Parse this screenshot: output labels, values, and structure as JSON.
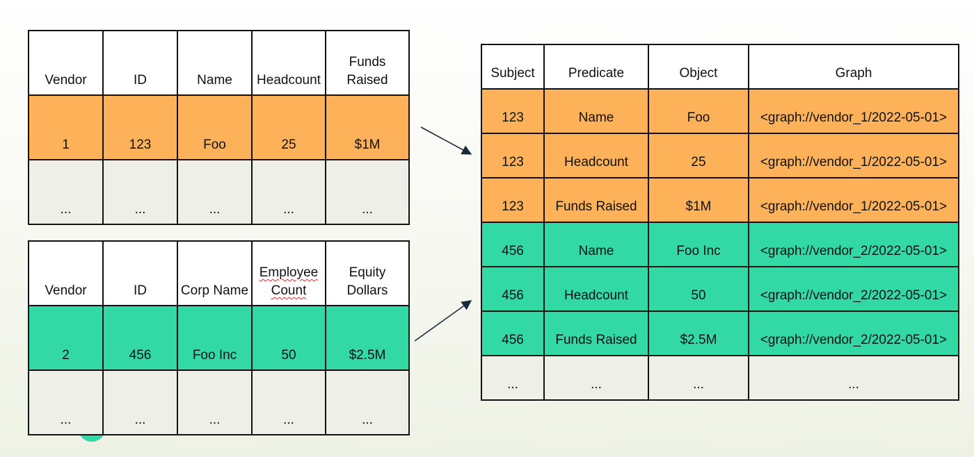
{
  "vendor1_table": {
    "headers": [
      "Vendor",
      "ID",
      "Name",
      "Headcount",
      "Funds Raised"
    ],
    "row": [
      "1",
      "123",
      "Foo",
      "25",
      "$1M"
    ],
    "ellipsis_row": [
      "...",
      "...",
      "...",
      "...",
      "..."
    ]
  },
  "vendor2_table": {
    "headers": [
      "Vendor",
      "ID",
      "Corp Name",
      "Employee Count",
      "Equity Dollars"
    ],
    "row": [
      "2",
      "456",
      "Foo Inc",
      "50",
      "$2.5M"
    ],
    "ellipsis_row": [
      "...",
      "...",
      "...",
      "...",
      "..."
    ]
  },
  "triples_table": {
    "headers": [
      "Subject",
      "Predicate",
      "Object",
      "Graph"
    ],
    "rows": [
      [
        "123",
        "Name",
        "Foo",
        "<graph://vendor_1/2022-05-01>"
      ],
      [
        "123",
        "Headcount",
        "25",
        "<graph://vendor_1/2022-05-01>"
      ],
      [
        "123",
        "Funds Raised",
        "$1M",
        "<graph://vendor_1/2022-05-01>"
      ],
      [
        "456",
        "Name",
        "Foo Inc",
        "<graph://vendor_2/2022-05-01>"
      ],
      [
        "456",
        "Headcount",
        "50",
        "<graph://vendor_2/2022-05-01>"
      ],
      [
        "456",
        "Funds Raised",
        "$2.5M",
        "<graph://vendor_2/2022-05-01>"
      ]
    ],
    "ellipsis_row": [
      "...",
      "...",
      "...",
      "..."
    ]
  },
  "colors": {
    "vendor1": "#fdb25a",
    "vendor2": "#33d9a4",
    "empty": "#eeefe6",
    "border": "#111111"
  }
}
